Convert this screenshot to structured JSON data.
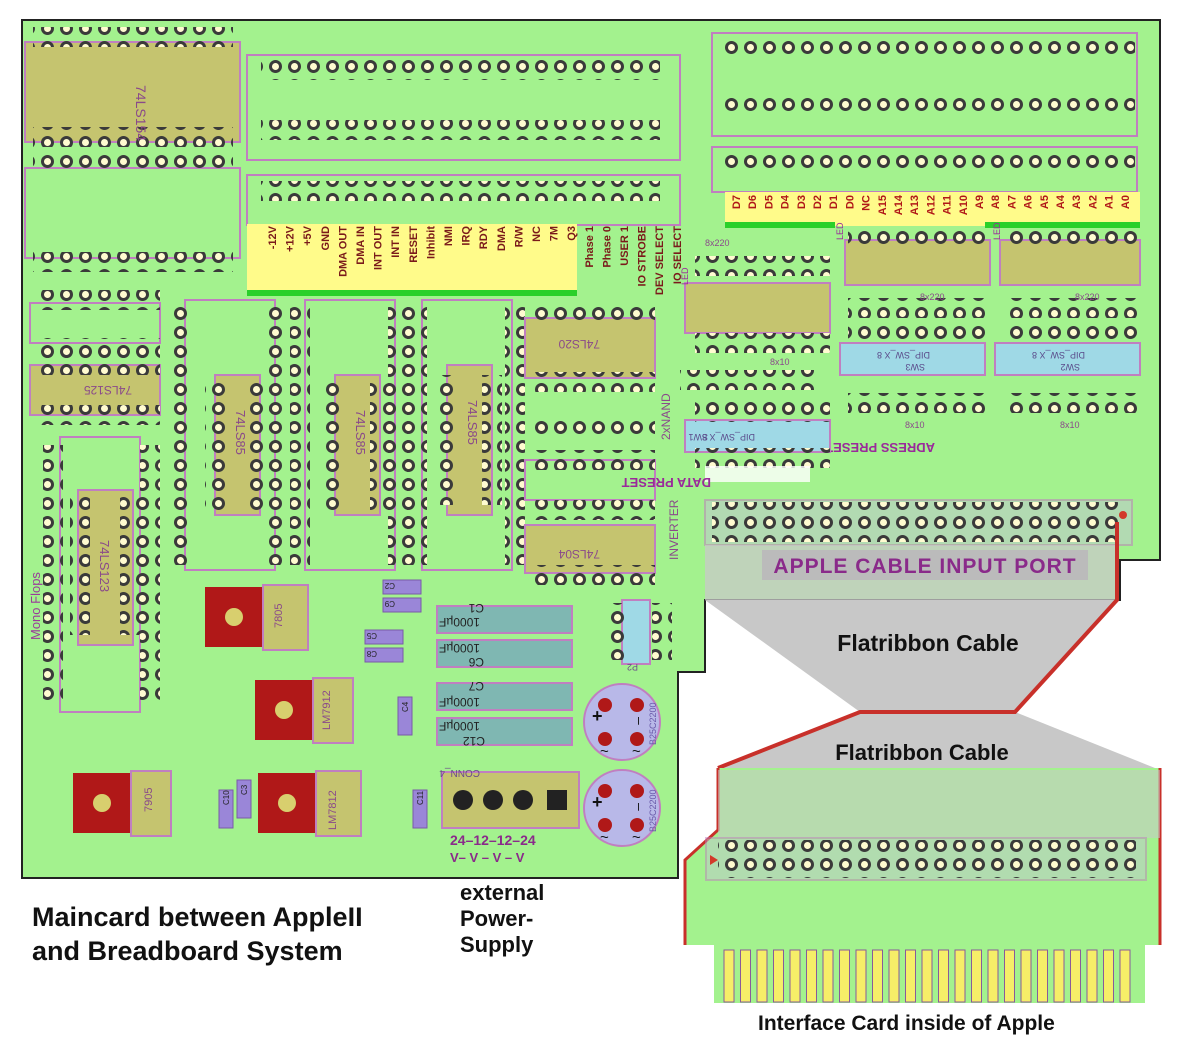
{
  "colors": {
    "board": "#a3f28e",
    "chip_fill": "#c5c46f",
    "chip_outline": "#c07fc0",
    "pad": "#3a3a3a",
    "trace_red": "#d23a2a",
    "trace_purple": "#6f4b8f",
    "cable_gray": "#c8c8c8",
    "label_yellow": "#fffb8a",
    "label_green": "#2ad02a",
    "capacitor": "#7fb7b2",
    "regulator_body": "#b01818",
    "regulator_pad": "#d8cf6e",
    "gold_finger": "#f6ee68"
  },
  "chips": {
    "c74ls154": "74LS154",
    "c74ls125": "74LS125",
    "c74ls123": "74LS123",
    "c74ls85_1": "74LS85",
    "c74ls85_2": "74LS85",
    "c74ls85_3": "74LS85",
    "c74ls20": "74LS20",
    "c74ls04": "74LS04"
  },
  "side_labels": {
    "mono_flops": "Mono Flops",
    "nand": "2xNAND",
    "inverter": "INVERTER"
  },
  "resistor_nets": {
    "r8x220_top": "8x220",
    "r8x220_a": "8x220",
    "r8x220_b": "8x220",
    "r8x10_left": "8x10",
    "r8x10_a": "8x10",
    "r8x10_b": "8x10"
  },
  "switches": {
    "sw1": "DIP_SW_X 8",
    "sw2": "DIP_SW_X 8",
    "sw3": "DIP_SW_X 8",
    "sw1_ref": "SW1",
    "sw2_ref": "SW2",
    "sw3_ref": "SW3"
  },
  "notes": {
    "data_preset": "DATA PRESET",
    "adress_presetting": "ADRESS PRESETTING",
    "led": "LED"
  },
  "signals": [
    "-12V",
    "+12V",
    "+5V",
    "GND",
    "DMA OUT",
    "DMA IN",
    "INT OUT",
    "INT IN",
    "RESET",
    "Inhibit",
    "NMI",
    "IRQ",
    "RDY",
    "DMA",
    "R/W",
    "NC",
    "7M",
    "Q3",
    "Phase 1",
    "Phase 0",
    "USER 1",
    "IO STROBE",
    "DEV SELECT",
    "IO SELECT"
  ],
  "data_bus": [
    "D7",
    "D6",
    "D5",
    "D4",
    "D3",
    "D2",
    "D1",
    "D0",
    "NC"
  ],
  "addr_bus": [
    "A15",
    "A14",
    "A13",
    "A12",
    "A11",
    "A10",
    "A9",
    "A8",
    "A7",
    "A6",
    "A5",
    "A4",
    "A3",
    "A2",
    "A1",
    "A0"
  ],
  "regulators": {
    "r7805": "7805",
    "lm7912": "LM7912",
    "r7905": "7905",
    "lm7812": "LM7812"
  },
  "capacitors": {
    "c1": "C1",
    "c6": "C6",
    "c7": "C7",
    "c12": "C12",
    "c1_value": "1000µF",
    "c6_value": "1000µF",
    "c7_value": "1000µF",
    "c12_value": "1000µF",
    "c2": "C2",
    "c3": "C3",
    "c4": "C4",
    "c5": "C5",
    "c8": "C8",
    "c9": "C9",
    "c10": "C10",
    "c11": "C11"
  },
  "bridges": {
    "d1": "B25C2200",
    "d2": "B25C2200",
    "plus": "+",
    "minus": "–",
    "ac": "~"
  },
  "connectors": {
    "conn4": "CONN_4",
    "p2": "P2",
    "voltages_top": "24–12–12–24",
    "voltages_bottom": "V– V – V – V"
  },
  "port_label": "APPLE CABLE INPUT PORT",
  "cable_label_1": "Flatribbon Cable",
  "cable_label_2": "Flatribbon Cable",
  "captions": {
    "main_line1": "Maincard between AppleII",
    "main_line2": "and Breadboard System",
    "psu_line1": "external",
    "psu_line2": "Power-",
    "psu_line3": "Supply",
    "interface": "Interface Card inside of Apple"
  }
}
